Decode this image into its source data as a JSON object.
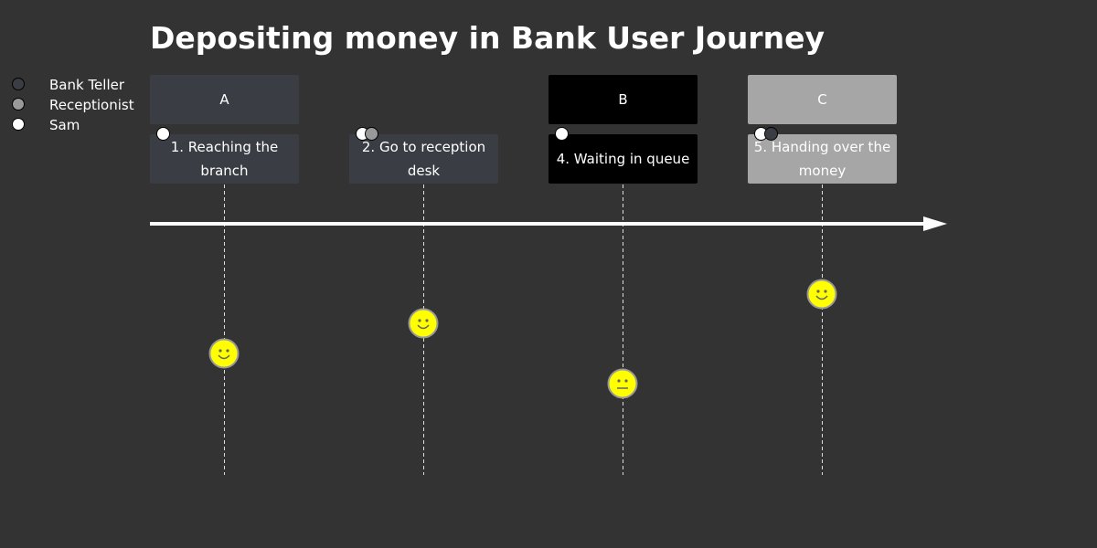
{
  "title": "Depositing money in Bank User Journey",
  "colors": {
    "background": "#333333",
    "section_a": "#3a3d44",
    "section_b": "#000000",
    "section_c": "#a6a6a6",
    "face": "#ffff00",
    "arrow": "#ffffff"
  },
  "actors": [
    {
      "name": "Bank Teller",
      "color": "#3a3d44"
    },
    {
      "name": "Receptionist",
      "color": "#999999"
    },
    {
      "name": "Sam",
      "color": "#ffffff"
    }
  ],
  "sections": [
    {
      "label": "A",
      "color": "#3a3d44",
      "text_color": "#ffffff"
    },
    {
      "label": "B",
      "color": "#000000",
      "text_color": "#ffffff"
    },
    {
      "label": "C",
      "color": "#a6a6a6",
      "text_color": "#ffffff"
    }
  ],
  "tasks": [
    {
      "label": "1. Reaching the branch",
      "section": "A",
      "score": 5,
      "mood": "happy",
      "actors": [
        "Sam"
      ]
    },
    {
      "label": "2. Go to reception desk",
      "section": "A",
      "score": 5,
      "mood": "happy",
      "actors": [
        "Sam",
        "Receptionist"
      ]
    },
    {
      "label": "4. Waiting in queue",
      "section": "B",
      "score": 3,
      "mood": "neutral",
      "actors": [
        "Sam"
      ]
    },
    {
      "label": "5. Handing over the money",
      "section": "C",
      "score": 5,
      "mood": "happy",
      "actors": [
        "Sam",
        "Bank Teller"
      ]
    }
  ]
}
